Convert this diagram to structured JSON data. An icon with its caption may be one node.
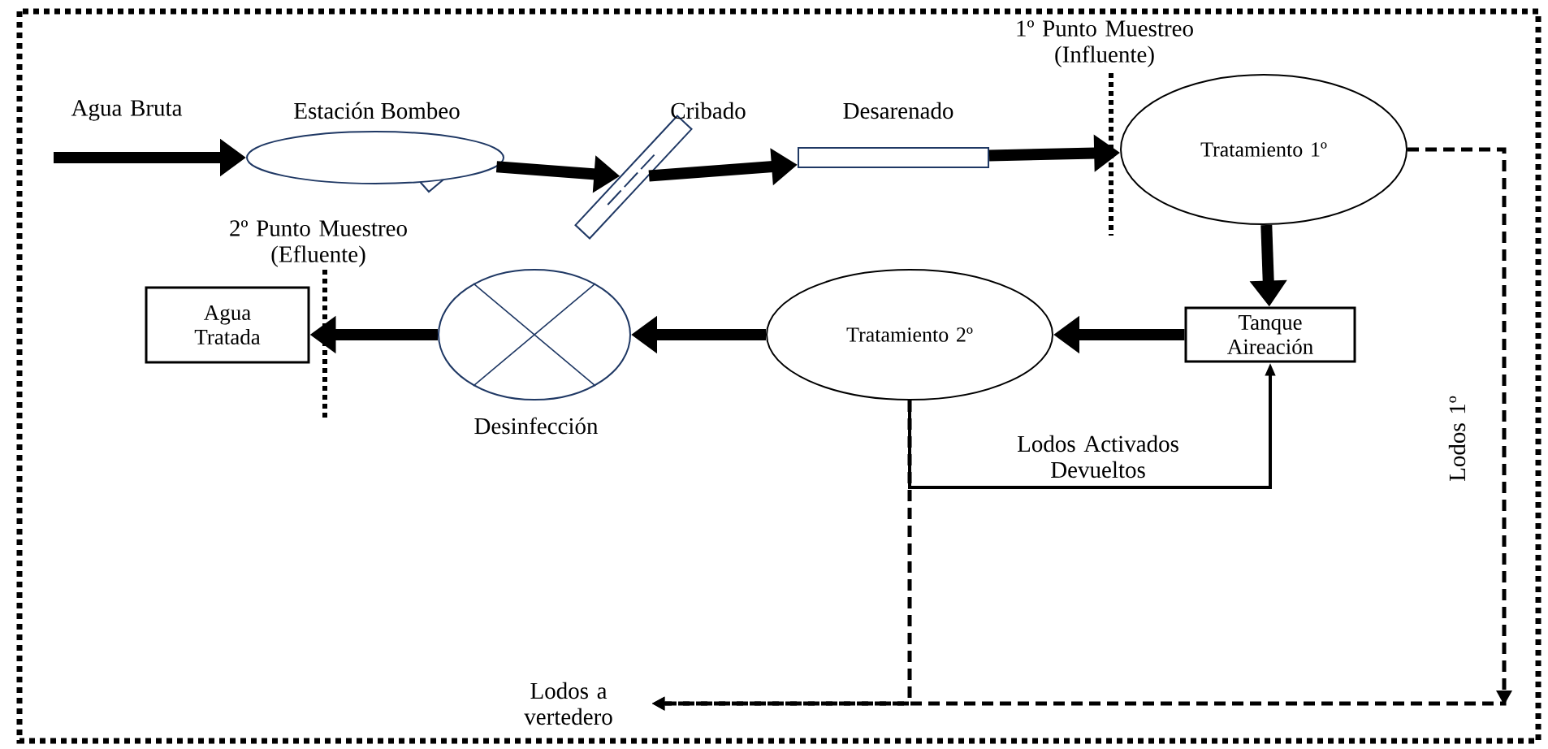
{
  "diagram": {
    "nodes": [
      {
        "text": [
          "Estación Bombeo"
        ]
      },
      {
        "text": [
          "Cribado"
        ]
      },
      {
        "text": [
          "Desarenado"
        ]
      },
      {
        "text": [
          "Tratamiento 1º"
        ]
      },
      {
        "text": [
          "Tanque Aireación"
        ]
      },
      {
        "text": [
          "Tratamiento 2º"
        ]
      },
      {
        "text": [
          "Desinfección"
        ]
      },
      {
        "text": [
          "Agua Tratada"
        ]
      },
      {
        "text": [
          "Lodos a vertedero"
        ]
      }
    ],
    "edges": [
      {
        "from": null,
        "to": 0,
        "arrow": "to",
        "label": "Agua Bruta"
      },
      {
        "from": 0,
        "to": 1,
        "arrow": "to"
      },
      {
        "from": 1,
        "to": 2,
        "arrow": "to"
      },
      {
        "from": 2,
        "to": 3,
        "arrow": "to"
      },
      {
        "from": 3,
        "to": 4,
        "arrow": "to"
      },
      {
        "from": 4,
        "to": 5,
        "arrow": "to"
      },
      {
        "from": 5,
        "to": 6,
        "arrow": "to"
      },
      {
        "from": 6,
        "to": 7,
        "arrow": "to"
      },
      {
        "from": 5,
        "to": 4,
        "arrow": "to",
        "label": "Lodos Activados Devueltos"
      },
      {
        "from": 3,
        "to": 8,
        "arrow": "to",
        "label": "Lodos 1º",
        "style": "dashed"
      },
      {
        "from": 5,
        "to": 8,
        "arrow": "to",
        "style": "dashed"
      }
    ],
    "labels": [
      "1º Punto Muestreo (Influente)",
      "2º Punto Muestreo (Efluente)"
    ]
  }
}
